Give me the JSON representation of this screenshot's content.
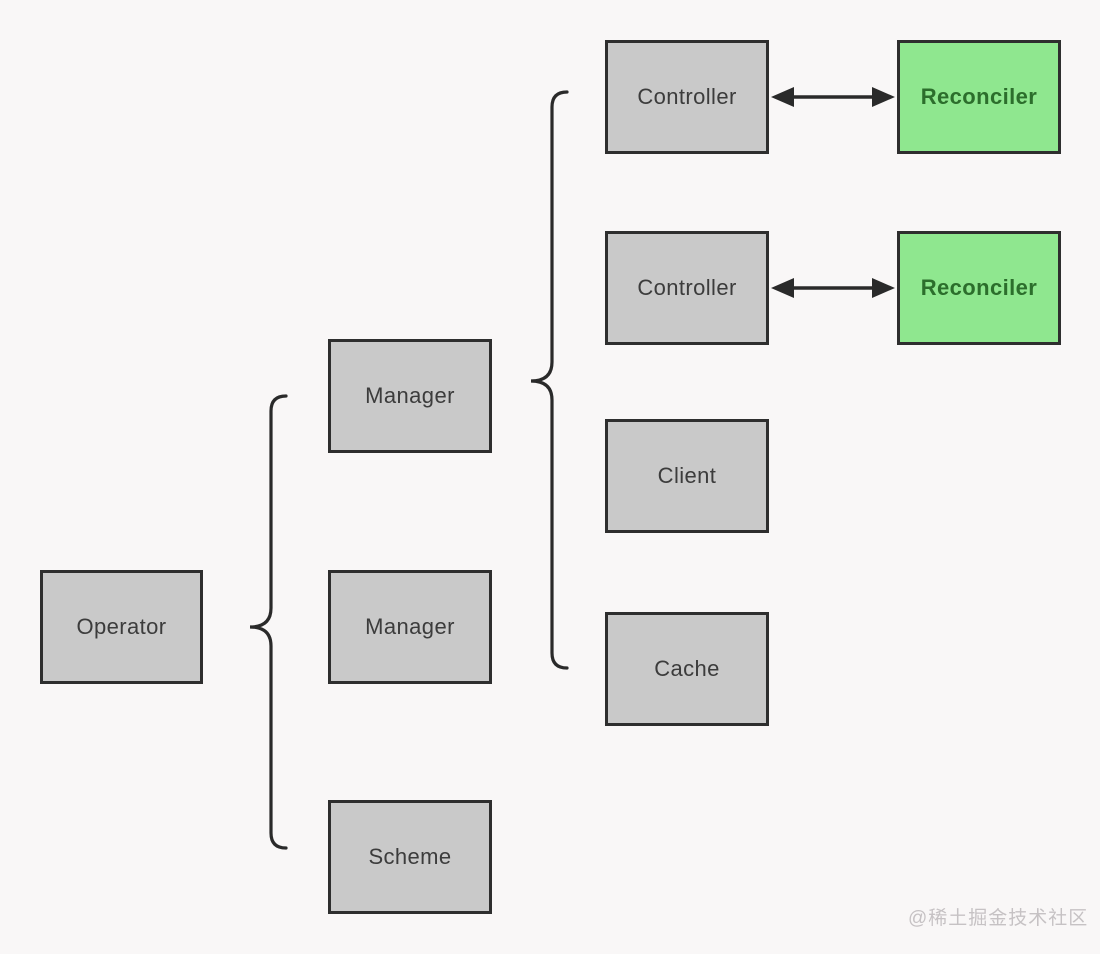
{
  "diagram": {
    "description": "Operator architecture diagram (controller-runtime style): an Operator contains Managers and a Scheme; a Manager contains Controllers, a Client and a Cache; each Controller exchanges with a Reconciler.",
    "nodes": [
      {
        "id": "operator",
        "label": "Operator",
        "variant": "gray"
      },
      {
        "id": "manager-1",
        "label": "Manager",
        "variant": "gray"
      },
      {
        "id": "manager-2",
        "label": "Manager",
        "variant": "gray"
      },
      {
        "id": "scheme",
        "label": "Scheme",
        "variant": "gray"
      },
      {
        "id": "controller-1",
        "label": "Controller",
        "variant": "gray"
      },
      {
        "id": "controller-2",
        "label": "Controller",
        "variant": "gray"
      },
      {
        "id": "client",
        "label": "Client",
        "variant": "gray"
      },
      {
        "id": "cache",
        "label": "Cache",
        "variant": "gray"
      },
      {
        "id": "reconciler-1",
        "label": "Reconciler",
        "variant": "green"
      },
      {
        "id": "reconciler-2",
        "label": "Reconciler",
        "variant": "green"
      }
    ],
    "edges": [
      {
        "type": "brace",
        "from": "operator",
        "to": [
          "manager-1",
          "manager-2",
          "scheme"
        ]
      },
      {
        "type": "brace",
        "from": "manager-1",
        "to": [
          "controller-1",
          "controller-2",
          "client",
          "cache"
        ]
      },
      {
        "type": "double-arrow",
        "from": "controller-1",
        "to": "reconciler-1"
      },
      {
        "type": "double-arrow",
        "from": "controller-2",
        "to": "reconciler-2"
      }
    ],
    "colors": {
      "background": "#f9f7f7",
      "box_fill": "#c9c9c9",
      "box_border": "#2e2e2e",
      "green_fill": "#8fe78f",
      "green_text": "#2c6e2c",
      "text": "#3c3c3c",
      "line": "#2a2a2a",
      "watermark": "#c6c2c4"
    },
    "watermark": "@稀土掘金技术社区"
  }
}
